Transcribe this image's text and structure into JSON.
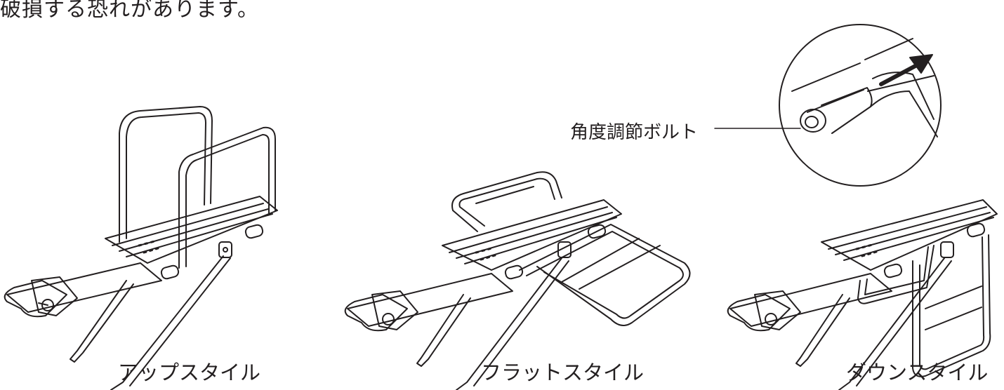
{
  "header": {
    "text": "破損する恐れがあります。"
  },
  "callout": {
    "label": "角度調節ボルト"
  },
  "styles": [
    {
      "label": "アップスタイル"
    },
    {
      "label": "フラットスタイル"
    },
    {
      "label": "ダウンスタイル"
    }
  ],
  "colors": {
    "line": "#231f20",
    "background": "#ffffff"
  }
}
